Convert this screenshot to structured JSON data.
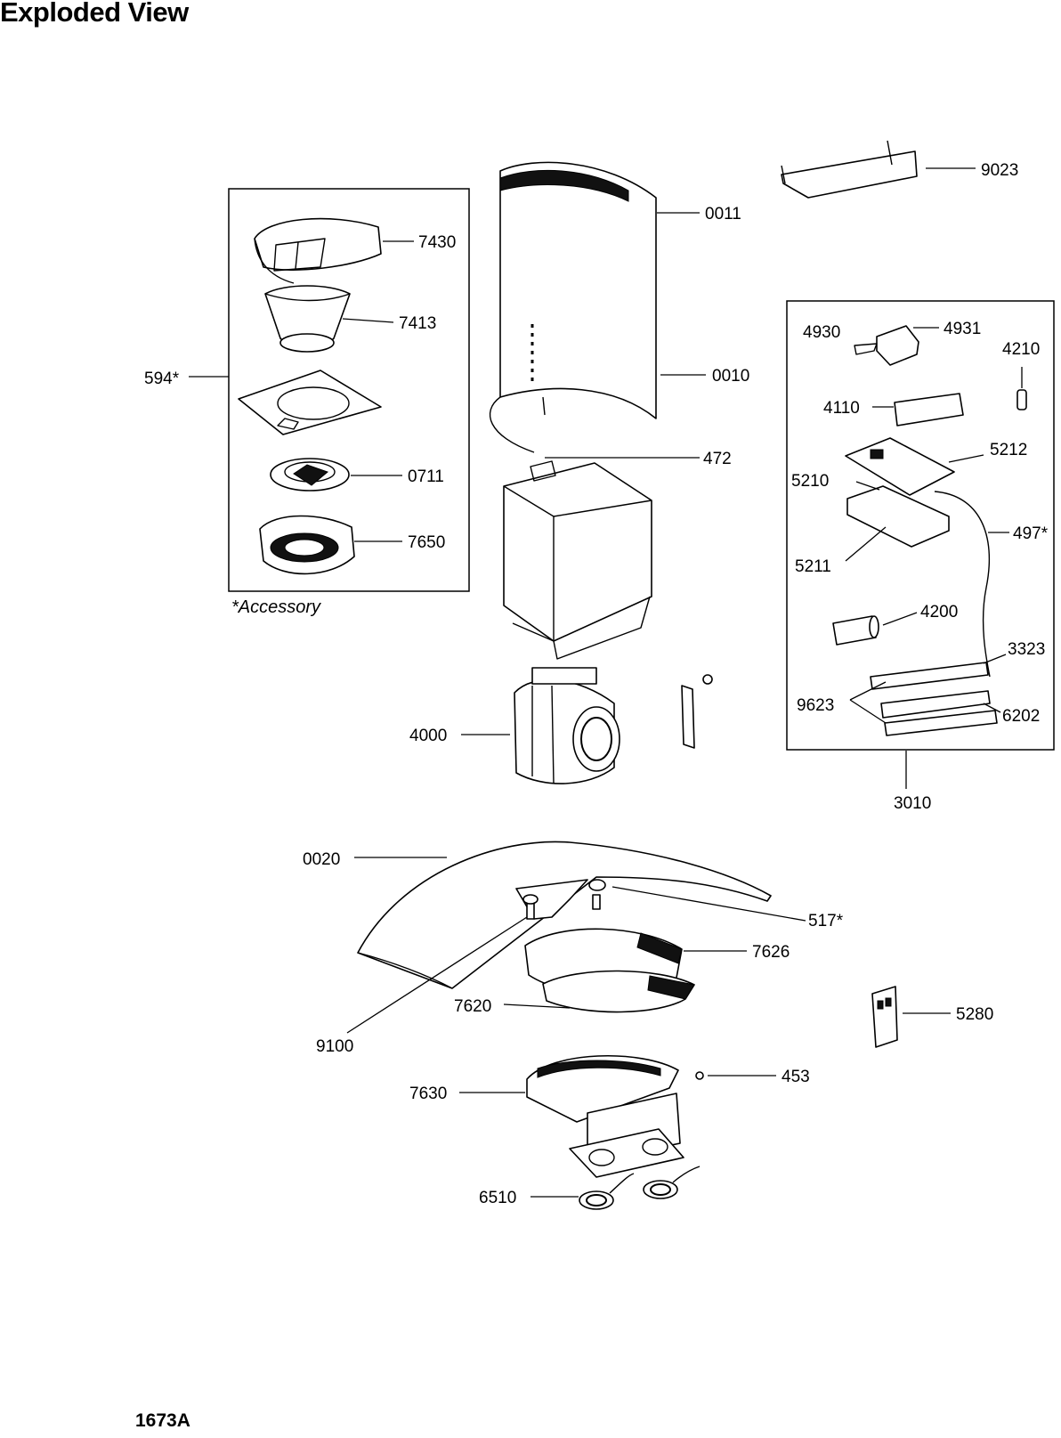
{
  "title": "Exploded View",
  "drawing_code": "1673A",
  "accessory_note": "*Accessory",
  "labels": {
    "p9023": "9023",
    "p0011": "0011",
    "p0010": "0010",
    "p472": "472",
    "p7430": "7430",
    "p7413": "7413",
    "p594": "594*",
    "p0711": "0711",
    "p7650": "7650",
    "p4930": "4930",
    "p4931": "4931",
    "p4210": "4210",
    "p4110": "4110",
    "p5212": "5212",
    "p5210": "5210",
    "p497": "497*",
    "p5211": "5211",
    "p4200": "4200",
    "p3323": "3323",
    "p9623": "9623",
    "p6202": "6202",
    "p3010": "3010",
    "p4000": "4000",
    "p0020": "0020",
    "p517": "517*",
    "p7626": "7626",
    "p7620": "7620",
    "p9100": "9100",
    "p5280": "5280",
    "p453": "453",
    "p7630": "7630",
    "p6510": "6510"
  }
}
